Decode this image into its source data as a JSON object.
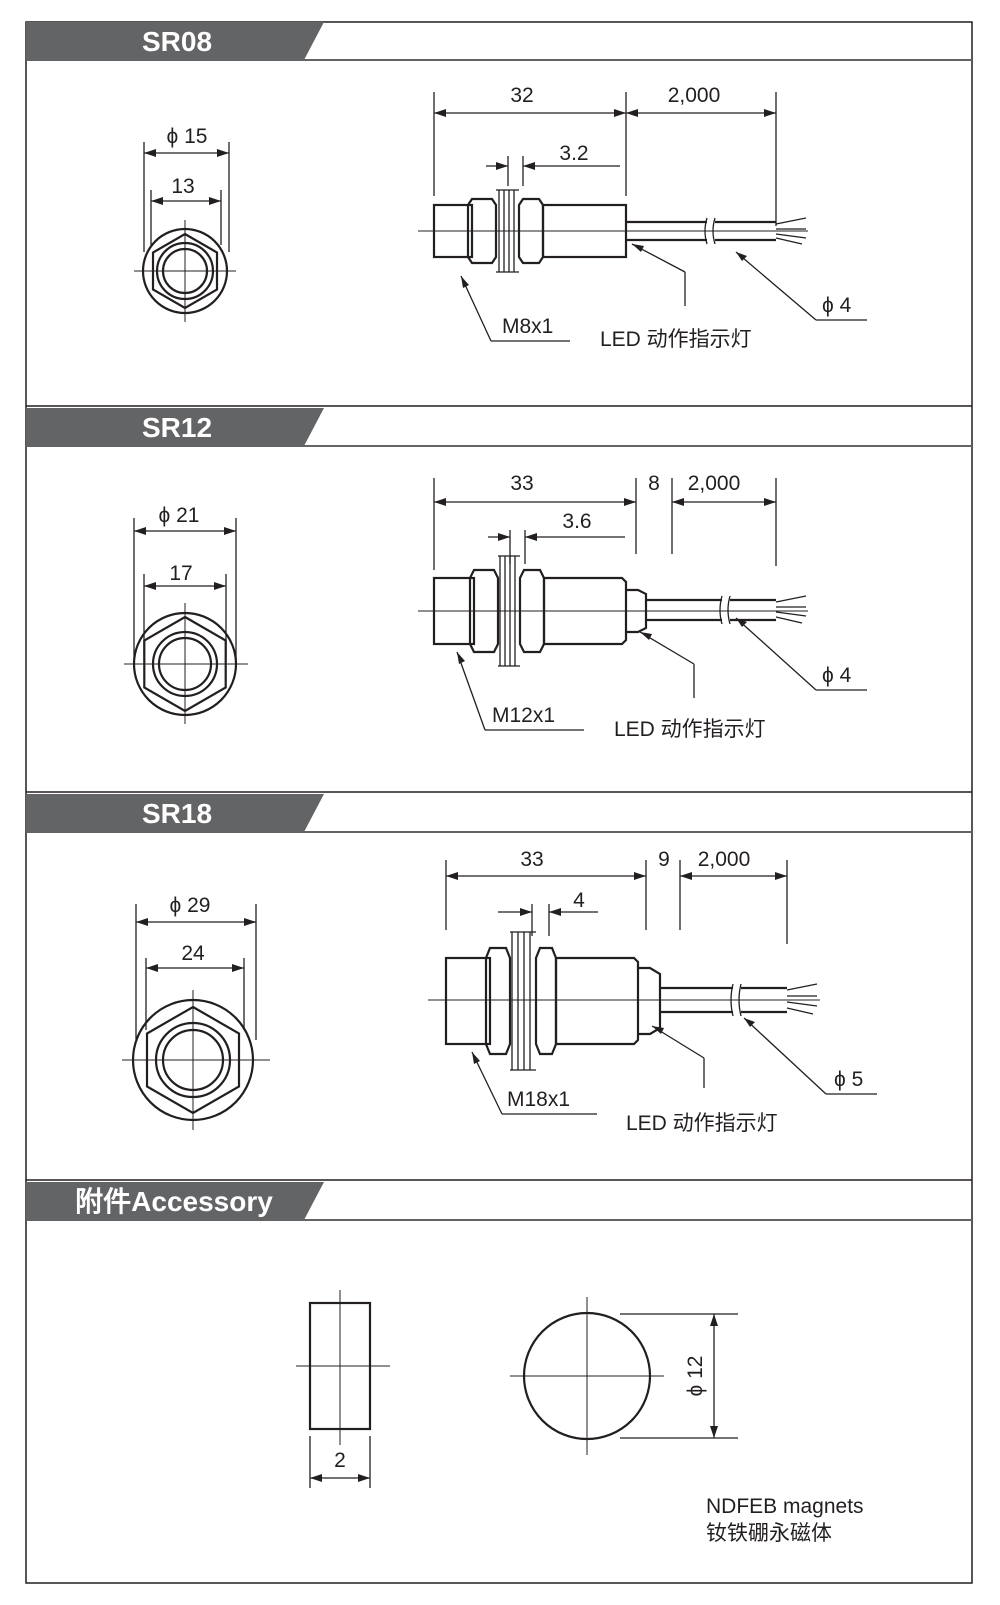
{
  "sections": [
    {
      "title": "SR08",
      "front": {
        "outer_dia": "ϕ 15",
        "hex_size": "13"
      },
      "side": {
        "length": "32",
        "cable_length": "2,000",
        "nut_width": "3.2",
        "thread": "M8x1",
        "led_label": "LED 动作指示灯",
        "cable_dia": "ϕ 4"
      }
    },
    {
      "title": "SR12",
      "front": {
        "outer_dia": "ϕ 21",
        "hex_size": "17"
      },
      "side": {
        "length": "33",
        "tail_length": "8",
        "cable_length": "2,000",
        "nut_width": "3.6",
        "thread": "M12x1",
        "led_label": "LED 动作指示灯",
        "cable_dia": "ϕ 4"
      }
    },
    {
      "title": "SR18",
      "front": {
        "outer_dia": "ϕ 29",
        "hex_size": "24"
      },
      "side": {
        "length": "33",
        "tail_length": "9",
        "cable_length": "2,000",
        "nut_width": "4",
        "thread": "M18x1",
        "led_label": "LED 动作指示灯",
        "cable_dia": "ϕ 5"
      }
    }
  ],
  "accessory": {
    "title": "附件Accessory",
    "thickness": "2",
    "diameter": "ϕ 12",
    "caption_en": "NDFEB magnets",
    "caption_cn": "钕铁硼永磁体"
  },
  "colors": {
    "header_bg": "#636466",
    "line": "#231f20",
    "header_text": "#ffffff"
  }
}
